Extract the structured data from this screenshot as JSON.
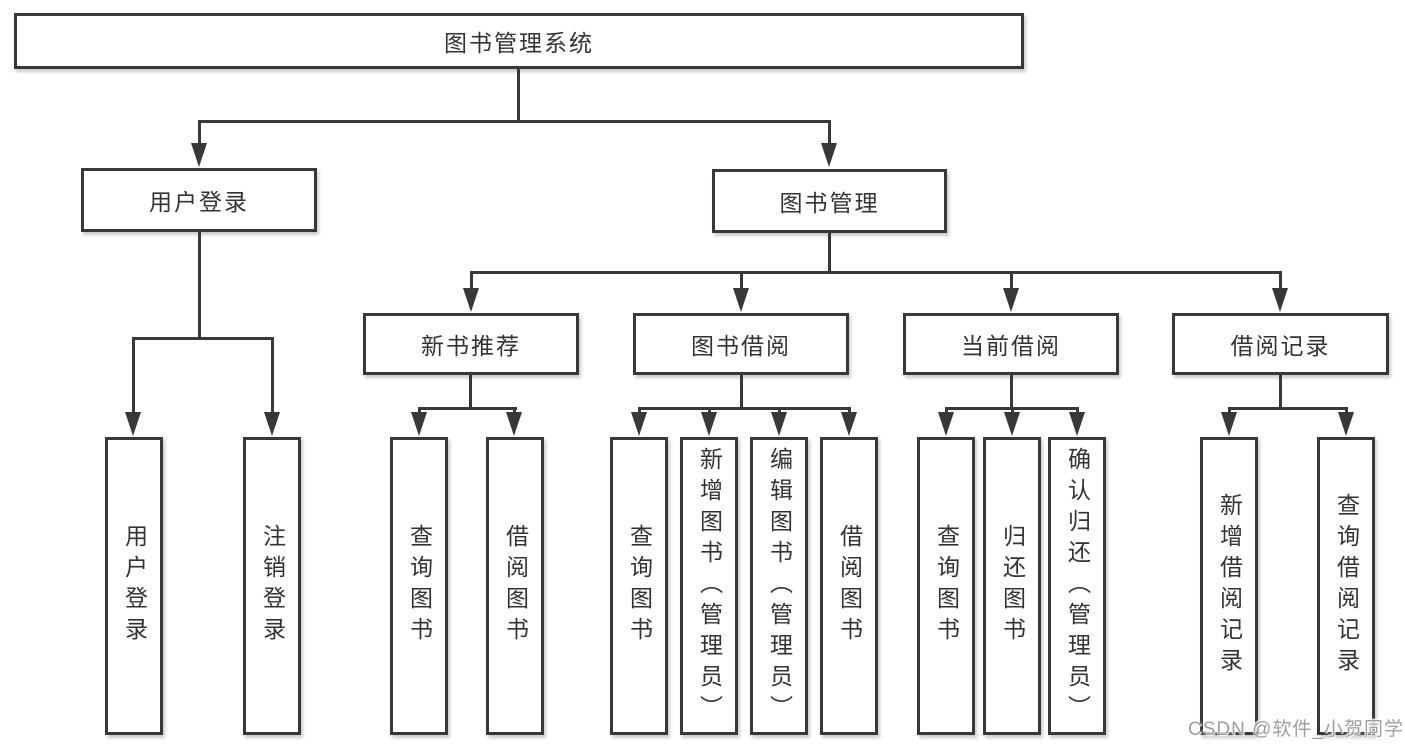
{
  "tree": {
    "label": "图书管理系统",
    "children": [
      {
        "label": "用户登录",
        "children": [
          {
            "label": "用户登录"
          },
          {
            "label": "注销登录"
          }
        ]
      },
      {
        "label": "图书管理",
        "children": [
          {
            "label": "新书推荐",
            "children": [
              {
                "label": "查询图书"
              },
              {
                "label": "借阅图书"
              }
            ]
          },
          {
            "label": "图书借阅",
            "children": [
              {
                "label": "查询图书"
              },
              {
                "label": "新增图书（管理员）"
              },
              {
                "label": "编辑图书（管理员）"
              },
              {
                "label": "借阅图书"
              }
            ]
          },
          {
            "label": "当前借阅",
            "children": [
              {
                "label": "查询图书"
              },
              {
                "label": "归还图书"
              },
              {
                "label": "确认归还（管理员）"
              }
            ]
          },
          {
            "label": "借阅记录",
            "children": [
              {
                "label": "新增借阅记录"
              },
              {
                "label": "查询借阅记录"
              }
            ]
          }
        ]
      }
    ]
  },
  "watermark": {
    "text": "CSDN @软件_小贺同学"
  },
  "colors": {
    "line": "#383838",
    "text": "#333333",
    "background": "#ffffff",
    "watermark": "#9e9e9e"
  }
}
